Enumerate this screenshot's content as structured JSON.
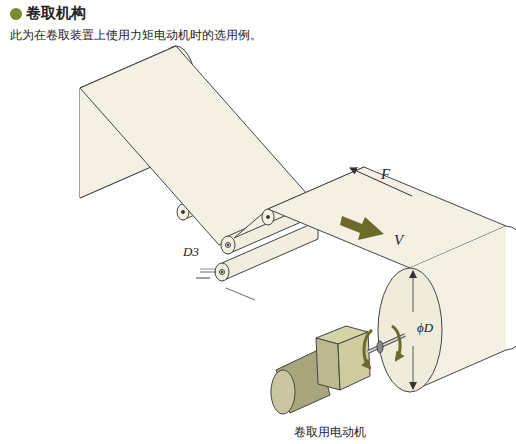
{
  "diagram": {
    "title": "卷取机构",
    "labels": [
      "此为在卷取装置上使用力矩电动机时的选用例。",
      "F",
      "V",
      "D3",
      "ϕD",
      "卷取用电动机"
    ]
  }
}
